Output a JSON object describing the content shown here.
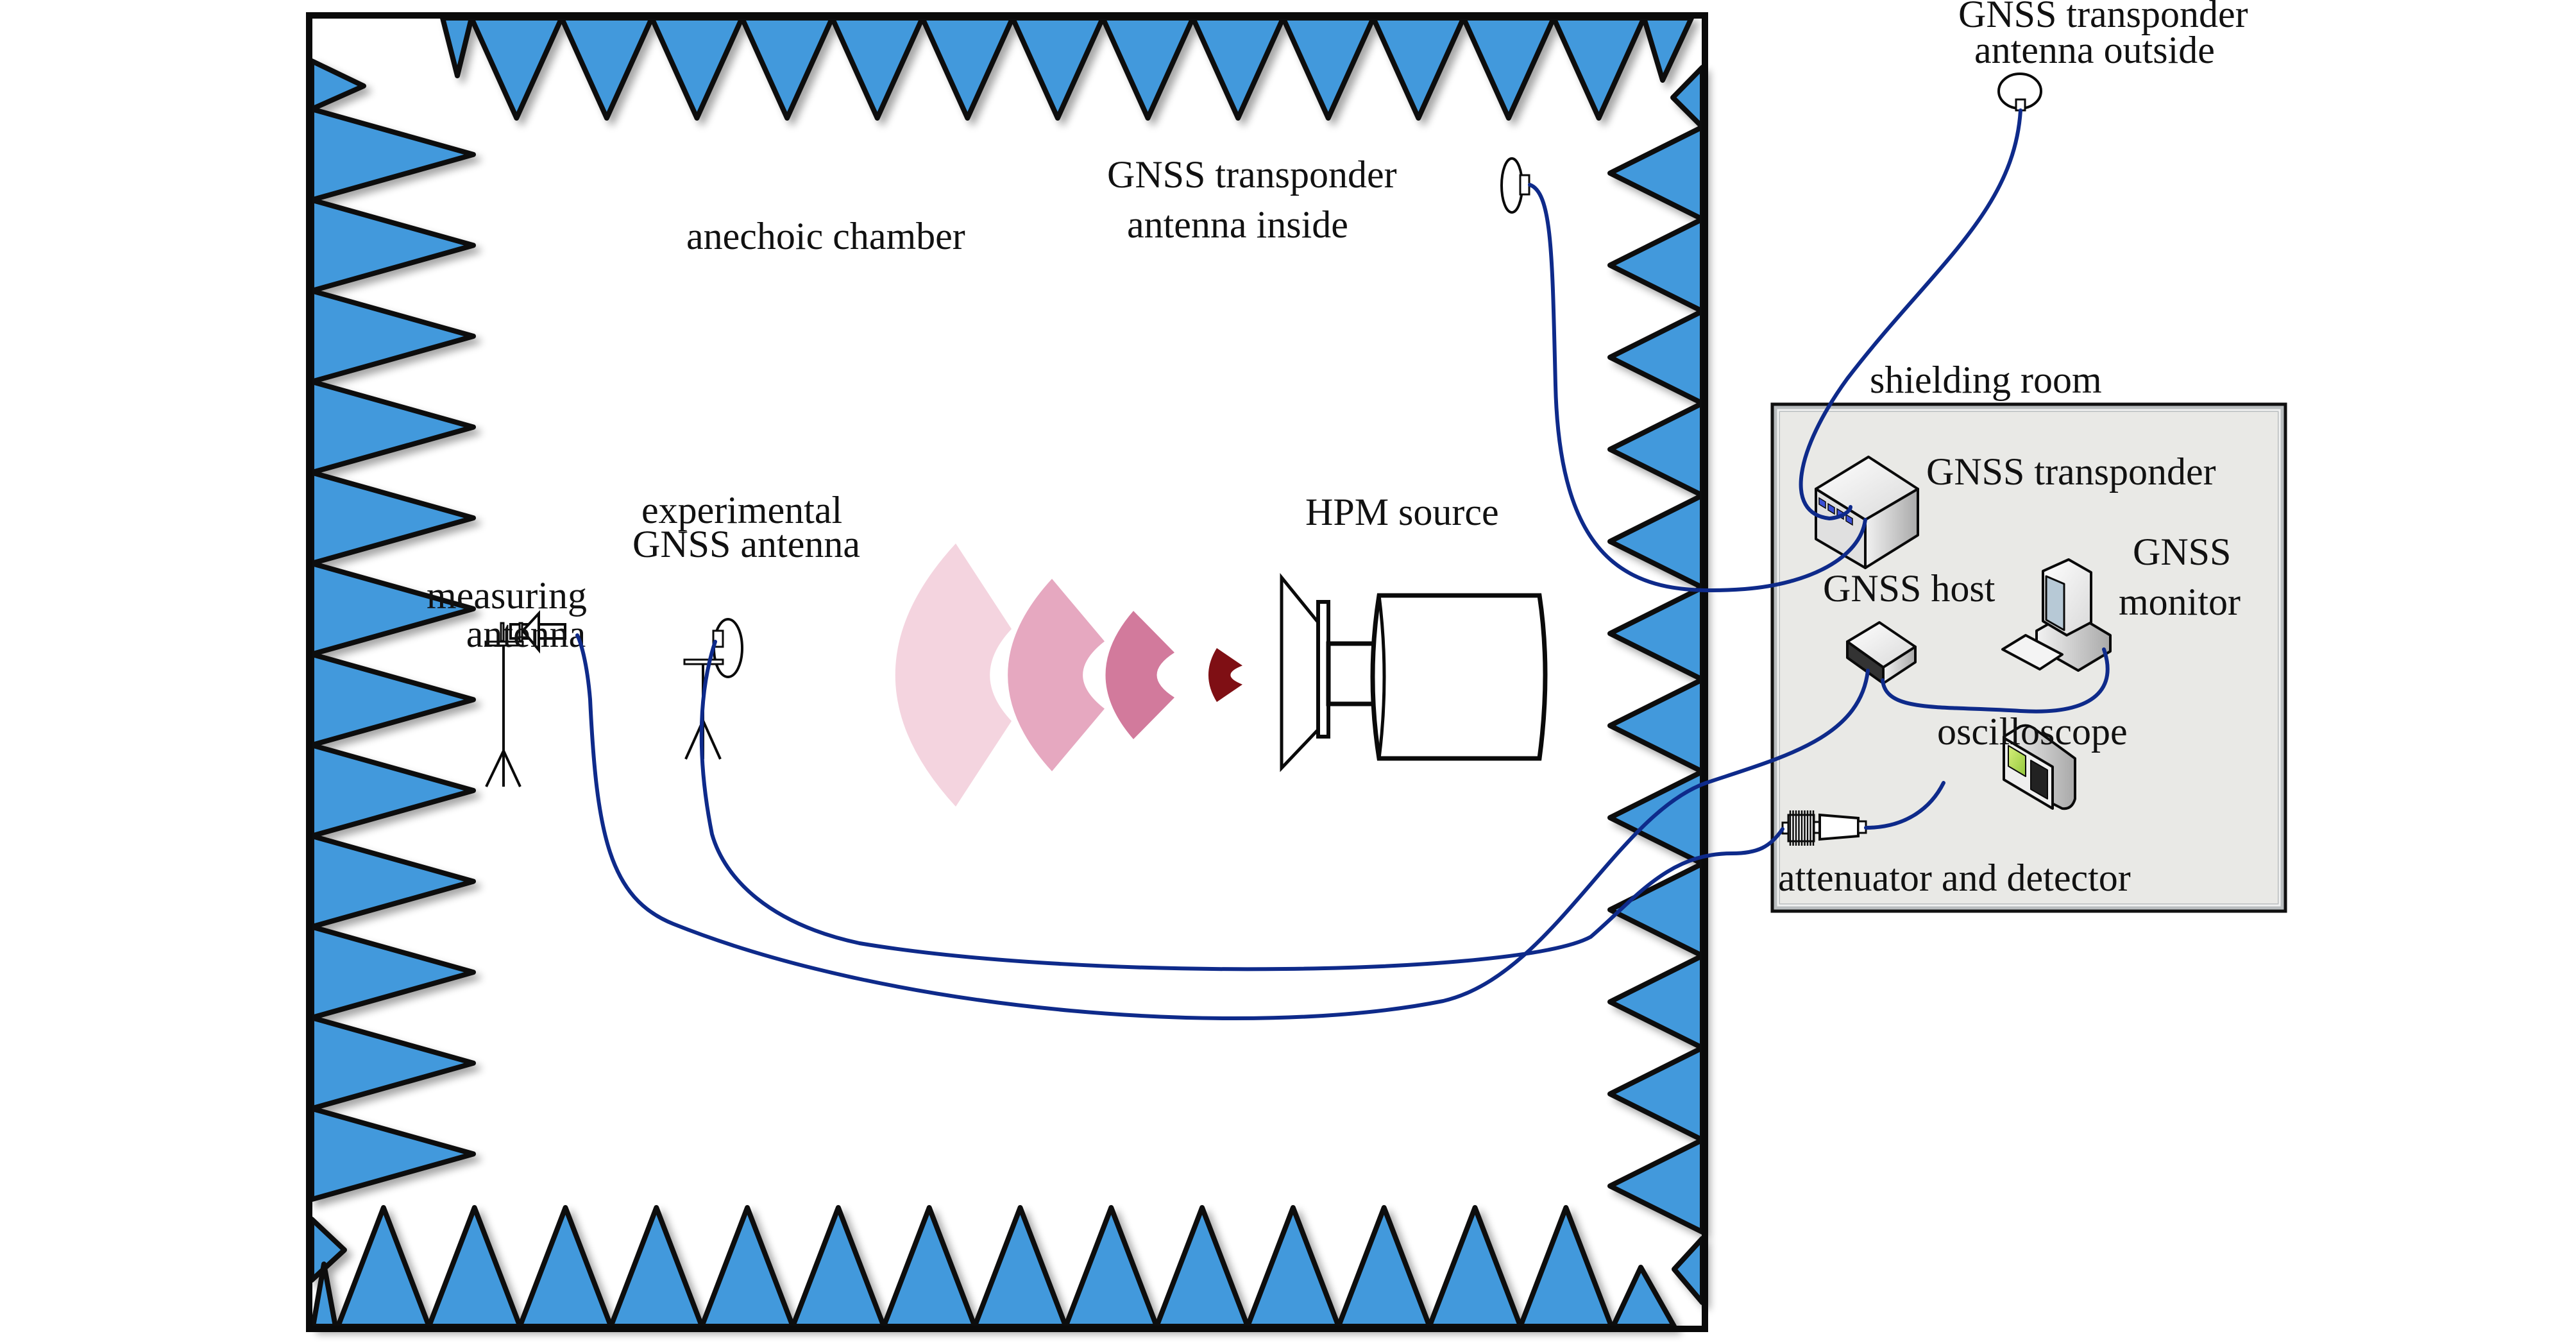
{
  "title": "HPM effect experiment setup on GNSS in anechoic chamber",
  "colors": {
    "absorber_fill": "#4399dc",
    "absorber_stroke": "#0a0a0a",
    "cable": "#0e2a8a",
    "shielding_room_fill": "#e9e9e6",
    "shielding_room_border": "#9a9ea0",
    "wave_1": "#f4d4df",
    "wave_2": "#e6a8c0",
    "wave_3": "#d27a9c",
    "wave_4": "#7f0f14"
  },
  "labels": {
    "anechoic_chamber": "anechoic chamber",
    "transponder_antenna_inside_line1": "GNSS transponder",
    "transponder_antenna_inside_line2": "antenna inside",
    "transponder_antenna_outside_line1": "GNSS transponder",
    "transponder_antenna_outside_line2": "antenna outside",
    "shielding_room": "shielding room",
    "gnss_transponder": "GNSS transponder",
    "gnss_host": "GNSS host",
    "gnss_monitor_line1": "GNSS",
    "gnss_monitor_line2": "monitor",
    "oscilloscope": "oscilloscope",
    "attenuator_detector": "attenuator and detector",
    "hpm_source": "HPM source",
    "experimental_antenna_line1": "experimental",
    "experimental_antenna_line2": "GNSS antenna",
    "measuring_antenna_line1": "measuring",
    "measuring_antenna_line2": "antenna"
  }
}
